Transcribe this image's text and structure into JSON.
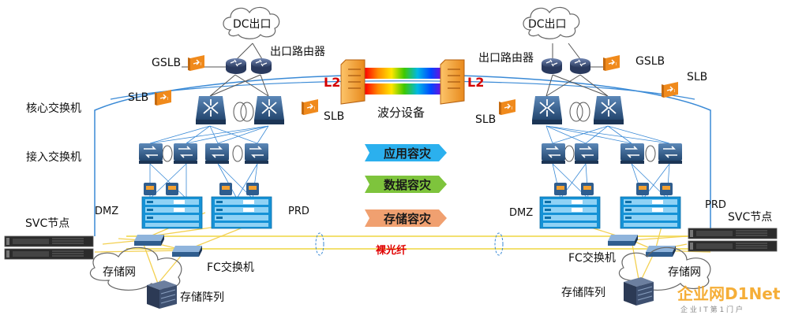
{
  "left": {
    "dc_exit": "DC出口",
    "exit_router": "出口路由器",
    "gslb": "GSLB",
    "slb_a": "SLB",
    "slb_b": "SLB",
    "core_switch": "核心交换机",
    "access_switch": "接入交换机",
    "svc_node": "SVC节点",
    "dmz": "DMZ",
    "prd": "PRD",
    "fc_switch": "FC交换机",
    "storage_net": "存储网",
    "storage_array": "存储阵列"
  },
  "right": {
    "dc_exit": "DC出口",
    "exit_router": "出口路由器",
    "gslb": "GSLB",
    "slb_a": "SLB",
    "slb_b": "SLB",
    "svc_node": "SVC节点",
    "dmz": "DMZ",
    "prd": "PRD",
    "fc_switch": "FC交换机",
    "storage_net": "存储网",
    "storage_array": "存储阵列"
  },
  "center": {
    "wdm_device": "波分设备",
    "l2_left": "L2",
    "l2_right": "L2",
    "dr_app": "应用容灾",
    "dr_data": "数据容灾",
    "dr_storage": "存储容灾",
    "dark_fiber": "裸光纤"
  },
  "watermark": {
    "logo": "企业网D1Net",
    "tagline": "企 业 I T 第 1 门 户"
  },
  "colors": {
    "wdm_beam": [
      "#ff0000",
      "#ff8a00",
      "#ffe600",
      "#3ec800",
      "#00b8e6",
      "#0047ff",
      "#8a00d6"
    ],
    "l2_label": "#d40000",
    "dr_app": "#2bb0ee",
    "dr_data": "#7ec43c",
    "dr_storage": "#f0a070",
    "dark_fiber_label": "#e00000",
    "fiber_line": "#f3e070",
    "network_line": "#3a8ad6",
    "switch_icon": "#2f5d8e",
    "router_icon": "#3a4e7a",
    "slb_icon": "#f08a1c",
    "wdm_device": "#f7a73a",
    "server_rack": "#1592d6"
  },
  "icons": [
    "cloud-icon",
    "router-icon",
    "slb-device-icon",
    "core-switch-icon",
    "access-switch-icon",
    "server-rack-icon",
    "fc-switch-icon",
    "storage-array-icon",
    "svc-server-icon",
    "wdm-device-icon"
  ]
}
